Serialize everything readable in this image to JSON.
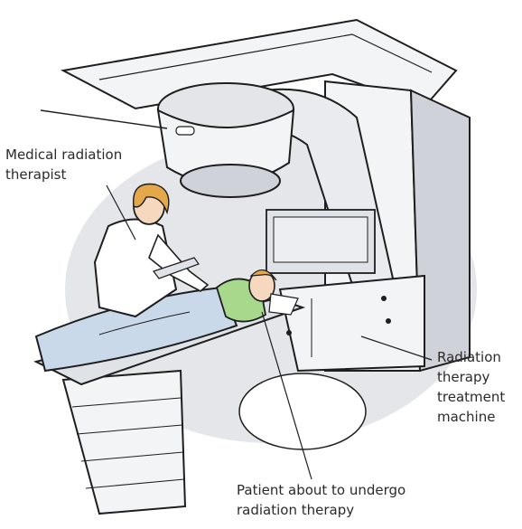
{
  "labels": {
    "therapist": [
      "Medical radiation",
      "therapist"
    ],
    "machine": [
      "Radiation",
      "therapy",
      "treatment",
      "machine"
    ],
    "patient": [
      "Patient about to undergo",
      "radiation therapy"
    ]
  },
  "colors": {
    "backdrop": "#e4e6ea",
    "machine_body": "#f3f4f6",
    "machine_shade": "#cfd3d9",
    "outline": "#1e1e1e",
    "blanket": "#c9d9ea",
    "patient_shirt": "#a8d88c",
    "hair": "#e2a84a",
    "skin": "#f6d8bf",
    "coat": "#ffffff"
  }
}
